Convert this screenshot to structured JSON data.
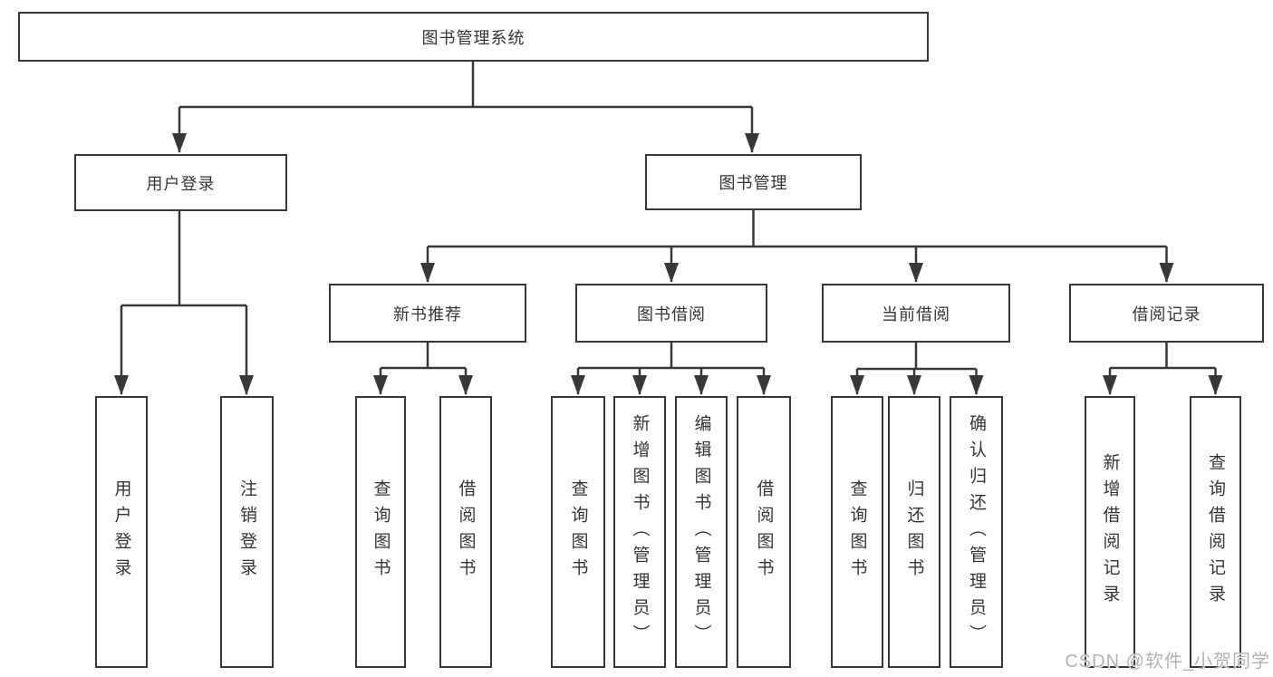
{
  "diagram": {
    "root": {
      "label": "图书管理系统"
    },
    "branches": {
      "user_login": {
        "label": "用户登录",
        "children": [
          "用户登录",
          "注销登录"
        ]
      },
      "book_management": {
        "label": "图书管理",
        "sections": [
          {
            "label": "新书推荐",
            "children": [
              "查询图书",
              "借阅图书"
            ]
          },
          {
            "label": "图书借阅",
            "children": [
              "查询图书",
              "新增图书（管理员）",
              "编辑图书（管理员）",
              "借阅图书"
            ]
          },
          {
            "label": "当前借阅",
            "children": [
              "查询图书",
              "归还图书",
              "确认归还（管理员）"
            ]
          },
          {
            "label": "借阅记录",
            "children": [
              "新增借阅记录",
              "查询借阅记录"
            ]
          }
        ]
      }
    },
    "watermark": "CSDN @软件_小贺同学",
    "colors": {
      "line": "#383838",
      "box_border": "#383838",
      "text": "#353535",
      "background": "#ffffff",
      "watermark": "#b2b2b2"
    }
  }
}
